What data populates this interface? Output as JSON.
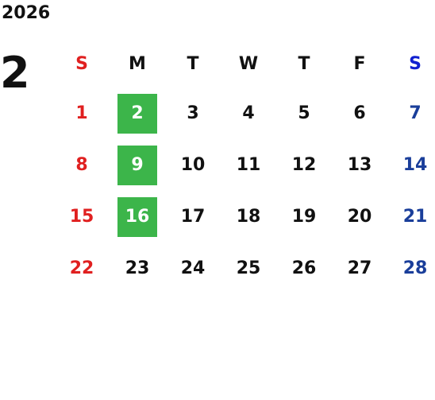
{
  "calendar": {
    "year": "2026",
    "month": "2",
    "weekdays": [
      "S",
      "M",
      "T",
      "W",
      "T",
      "F",
      "S"
    ],
    "weeks": [
      [
        "1",
        "2",
        "3",
        "4",
        "5",
        "6",
        "7"
      ],
      [
        "8",
        "9",
        "10",
        "11",
        "12",
        "13",
        "14"
      ],
      [
        "15",
        "16",
        "17",
        "18",
        "19",
        "20",
        "21"
      ],
      [
        "22",
        "23",
        "24",
        "25",
        "26",
        "27",
        "28"
      ]
    ],
    "highlighted_days": [
      "2",
      "9",
      "16"
    ],
    "colors": {
      "sunday": "#e02020",
      "saturday_header": "#1020d0",
      "saturday": "#1a3e9a",
      "highlight_bg": "#3cb54a",
      "highlight_text": "#ffffff",
      "text": "#111111"
    }
  }
}
